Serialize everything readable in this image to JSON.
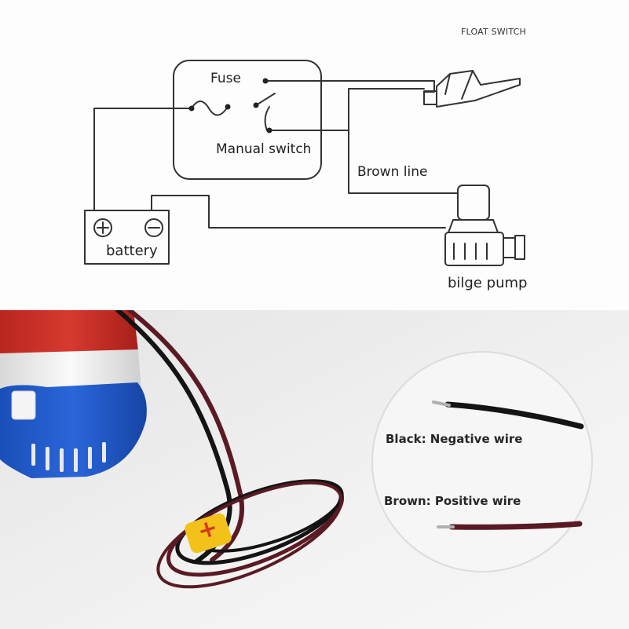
{
  "diagram": {
    "labels": {
      "float_switch": "FLOAT SWITCH",
      "fuse": "Fuse",
      "manual_switch": "Manual switch",
      "brown_line": "Brown line",
      "battery": "battery",
      "bilge_pump": "bilge pump"
    },
    "battery_terminals": {
      "positive": "+",
      "negative": "−"
    }
  },
  "photo": {
    "wires": {
      "black_label": "Black: Negative wire",
      "brown_label": "Brown: Positive wire"
    },
    "tag_symbol": "+",
    "colors": {
      "pump_red": "#c9302c",
      "pump_white": "#f1f1f1",
      "pump_blue": "#1f58c8",
      "black_wire": "#141414",
      "brown_wire": "#5a1a24",
      "tag_yellow": "#f2c21a"
    }
  }
}
